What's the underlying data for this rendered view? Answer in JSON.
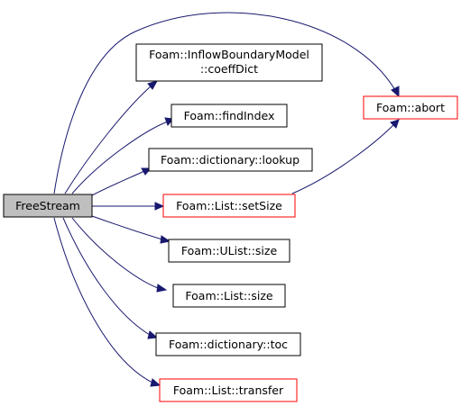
{
  "colors": {
    "edge": "#191970",
    "node_border_normal": "#000000",
    "node_border_highlight": "#ff0000",
    "root_fill": "#bfbfbf",
    "node_fill": "#ffffff"
  },
  "nodes": {
    "freestream": {
      "label": "FreeStream"
    },
    "coeffdict": {
      "label1": "Foam::InflowBoundaryModel",
      "label2": "::coeffDict"
    },
    "findindex": {
      "label": "Foam::findIndex"
    },
    "lookup": {
      "label": "Foam::dictionary::lookup"
    },
    "setsize": {
      "label": "Foam::List::setSize"
    },
    "ulistsize": {
      "label": "Foam::UList::size"
    },
    "listsize": {
      "label": "Foam::List::size"
    },
    "toc": {
      "label": "Foam::dictionary::toc"
    },
    "transfer": {
      "label": "Foam::List::transfer"
    },
    "abort": {
      "label": "Foam::abort"
    }
  }
}
